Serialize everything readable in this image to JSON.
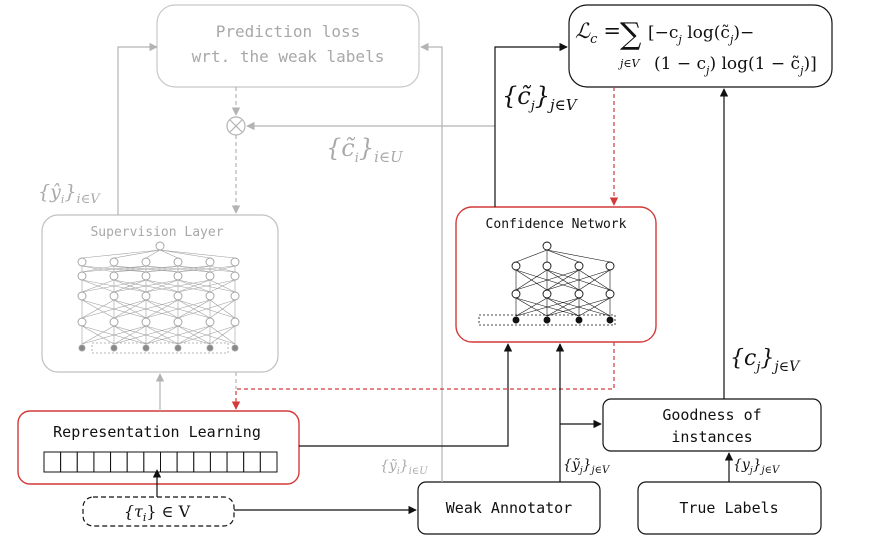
{
  "boxes": {
    "prediction_loss": [
      "Prediction loss",
      "wrt. the weak labels"
    ],
    "loss_formula": {
      "lhs": "ℒ",
      "lhs_sub": "c",
      "eq": "=",
      "sum": "∑",
      "sum_sub": "j∈V",
      "line1": "[−c",
      "line1_b": " log(c̃",
      "line1_c": ")−",
      "line2": "(1 − c",
      "line2_b": ") log(1 − c̃",
      "line2_c": ")]",
      "idx": "j"
    },
    "supervision_layer": "Supervision Layer",
    "confidence_network": "Confidence Network",
    "representation_learning": "Representation Learning",
    "goodness": [
      "Goodness of",
      "instances"
    ],
    "weak_annotator": "Weak Annotator",
    "true_labels": "True Labels",
    "input": {
      "open": "{τ",
      "sub": "i",
      "close": "} ∈ V"
    }
  },
  "edge_labels": {
    "c_tilde_j": {
      "base": "{c̃",
      "sub": "j",
      "close": "}",
      "set": "j∈V"
    },
    "c_tilde_i": {
      "base": "{c̃",
      "sub": "i",
      "close": "}",
      "set": "i∈U"
    },
    "y_hat": {
      "base": "{ŷ",
      "sub": "i",
      "close": "}",
      "set": "i∈V"
    },
    "y_tilde_i": {
      "base": "{ỹ",
      "sub": "i",
      "close": "}",
      "set": "i∈U"
    },
    "y_tilde_j": {
      "base": "{ỹ",
      "sub": "j",
      "close": "}",
      "set": "j∈V"
    },
    "c_j": {
      "base": "{c",
      "sub": "j",
      "close": "}",
      "set": "j∈V"
    },
    "y_j": {
      "base": "{y",
      "sub": "j",
      "close": "}",
      "set": "j∈V"
    }
  },
  "colors": {
    "black": "#111111",
    "gray": "#b3b3b3",
    "red": "#d43a3a"
  }
}
